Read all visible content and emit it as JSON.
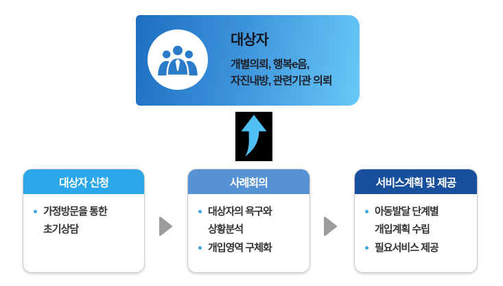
{
  "banner": {
    "title": "대상자",
    "subtitle_lines": [
      "개별의뢰, 행복e음,",
      "자진내방, 관련기관 의뢰"
    ],
    "icon": "people-group-icon",
    "icon_color": "#2A7CC8",
    "gradient_start": "#1E6EC1",
    "gradient_end": "#68C9F7",
    "text_color": "#15171F"
  },
  "up_arrow": {
    "icon": "curved-up-arrow-icon",
    "arrow_color": "#4EC0F4",
    "background": "#000000"
  },
  "flow_arrows": {
    "icon": "triangle-right-icon",
    "color": "#9C9C9C",
    "count": 2
  },
  "bullet_color": "#3AA6E8",
  "steps": [
    {
      "header": "대상자 신청",
      "header_color": "#29A7E8",
      "items": [
        {
          "lines": [
            "가정방문을 통한",
            "초기상담"
          ]
        }
      ]
    },
    {
      "header": "사례회의",
      "header_color": "#5693D4",
      "items": [
        {
          "lines": [
            "대상자의 욕구와",
            "상황분석"
          ]
        },
        {
          "lines": [
            "개입영역 구체화"
          ]
        }
      ]
    },
    {
      "header": "서비스계획 및 제공",
      "header_color": "#19509E",
      "items": [
        {
          "lines": [
            "아동발달 단계별",
            "개입계획 수립"
          ]
        },
        {
          "lines": [
            "필요서비스 제공"
          ]
        }
      ]
    }
  ]
}
